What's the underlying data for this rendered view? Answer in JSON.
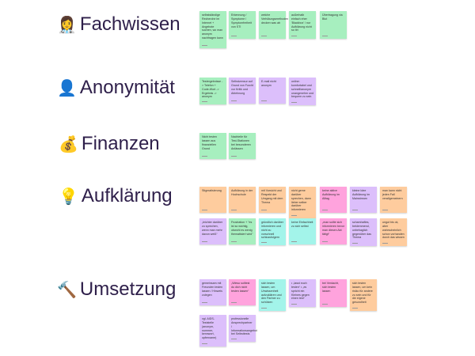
{
  "colors": {
    "green": "#a7efbf",
    "purple": "#dcbffb",
    "orange": "#fecc9e",
    "pink": "#ffa3dd",
    "cyan": "#a3f4ea"
  },
  "sections": [
    {
      "title": "Fachwissen",
      "icon": "👩‍⚕️",
      "icon_name": "health-worker-icon",
      "rows": [
        [
          {
            "text": "selbstständige Recherche im Internet + Angebote suchen, wo man anonym nachfragen kann",
            "color": "green",
            "h": 47
          },
          {
            "text": "Erkennung / Symptome / Symptomfreiheit von STI",
            "color": "green",
            "h": 35
          },
          {
            "text": "welche Verhütungsmethoden decken was ab",
            "color": "green",
            "h": 35
          },
          {
            "text": "außerhalb einfach eher 'Blackbox' / nur Aufklärung nicht so tiri",
            "color": "green",
            "h": 35
          },
          {
            "text": "Übertragung via Blut",
            "color": "green",
            "h": 35
          }
        ]
      ]
    },
    {
      "title": "Anonymität",
      "icon": "👤",
      "icon_name": "person-silhouette-icon",
      "rows": [
        [
          {
            "text": "Testergebnisse -> Telefon + Code-Wort -> Ergebnis -> anonym",
            "color": "green",
            "h": 33
          },
          {
            "text": "Selbstzensur auf Grund von Furcht vor Kritik und Ablehnung",
            "color": "purple",
            "h": 33
          },
          {
            "text": "E-mail nicht anonym",
            "color": "purple",
            "h": 33
          },
          {
            "text": "online: komfortabel und schnell/anonym unangenehm und bequem zu sein",
            "color": "purple",
            "h": 35
          }
        ]
      ]
    },
    {
      "title": "Finanzen",
      "icon": "💰",
      "icon_name": "money-bag-icon",
      "rows": [
        [
          {
            "text": "Nicht testen lassen aus finanziellen Grund",
            "color": "green",
            "h": 33
          },
          {
            "text": "Nachteile für Test-Stationen bei besonderen Anlässen",
            "color": "green",
            "h": 33
          }
        ]
      ]
    },
    {
      "title": "Aufklärung",
      "icon": "💡",
      "icon_name": "light-bulb-icon",
      "rows": [
        [
          {
            "text": "Stigmatisierung",
            "color": "orange",
            "h": 33
          },
          {
            "text": "Aufklärung in der Hochschule",
            "color": "orange",
            "h": 33
          },
          {
            "text": "mit Vorsicht und Respekt der Umgang mit dem Thema",
            "color": "orange",
            "h": 33
          },
          {
            "text": "nicht gerne darüber sprechen, dann lieber selber darüber informieren",
            "color": "orange",
            "h": 40
          },
          {
            "text": "keine aktive Aufklärung im Alltag",
            "color": "pink",
            "h": 33
          },
          {
            "text": "kleine Idee Aufklärung im Mainstream",
            "color": "purple",
            "h": 33
          },
          {
            "text": "man kann nicht jeden Fall verallgemeinern",
            "color": "orange",
            "h": 33
          }
        ],
        [
          {
            "text": "„leichter darüber zu sprechen, wenn man mehr davon weiß“",
            "color": "purple",
            "h": 33
          },
          {
            "text": "Frustration + \"es ist so wichtig, obwohl es wenig thematisiert wird\"",
            "color": "green",
            "h": 33
          },
          {
            "text": "gründlich darüber informieren und nicht zu vorschnell schlussfolgern",
            "color": "cyan",
            "h": 33
          },
          {
            "text": "keine Einfachheit zu sich selbst",
            "color": "cyan",
            "h": 33
          },
          {
            "text": "„man sollte sich informieren bevor man diesen Akt tätigt“",
            "color": "pink",
            "h": 33
          },
          {
            "text": "schamhaftes, beklemmend, unbehaglich gegenüber das Thema",
            "color": "purple",
            "h": 35
          },
          {
            "text": "ungut bis ok, aber wahrscheinlich schon vorhanden durch das wissen",
            "color": "orange",
            "h": 35
          }
        ]
      ]
    },
    {
      "title": "Umsetzung",
      "icon": "🔨",
      "icon_name": "hammer-icon",
      "rows": [
        [
          {
            "text": "gemeinsam mit Freunden testen lassen / Hinweis zulegen",
            "color": "purple",
            "h": 33
          },
          {
            "text": "„Wieso solltest du dich nicht testen lassen“",
            "color": "pink",
            "h": 33
          },
          {
            "text": "sich testen lassen, um Unwissenheit aufzuklären und den Partner zu schützen",
            "color": "cyan",
            "h": 40
          },
          {
            "text": "• „lasst euch testen“ • „es spricht ein Kleines gegen einen test“",
            "color": "purple",
            "h": 35
          },
          {
            "text": "bei Verdacht, sich testen lassen",
            "color": "pink",
            "h": 35
          },
          {
            "text": "sich testen lassen, um kein risiko für andere zu sein und für die eigene gesundheit",
            "color": "orange",
            "h": 40
          }
        ],
        [
          {
            "text": "vgl. AIDS-Teststelle (anonym, nummer, kennwort, opfername)",
            "color": "purple",
            "h": 40
          },
          {
            "text": "professionelle Ansprechpartner / Informationsangebot bei Selbsttests",
            "color": "purple",
            "h": 33
          }
        ]
      ]
    }
  ]
}
